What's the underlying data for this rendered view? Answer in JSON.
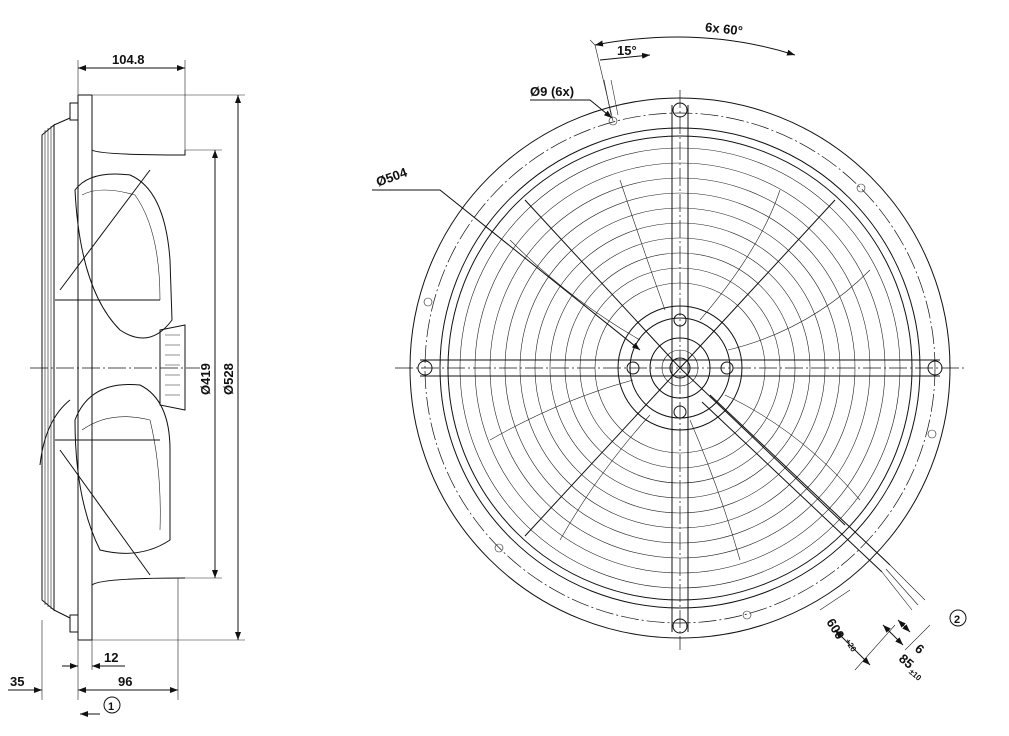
{
  "drawing": {
    "side_view": {
      "dim_top": "104.8",
      "dim_inner_diameter": "Ø419",
      "dim_outer_diameter": "Ø528",
      "dim_left": "35",
      "dim_bottom": "96",
      "dim_small": "12",
      "callout_airflow": "1"
    },
    "front_view": {
      "dim_angle_total": "6x 60°",
      "dim_angle_offset": "15°",
      "dim_holes": "Ø9 (6x)",
      "dim_bolt_circle": "Ø504",
      "dim_cable_length": "600",
      "dim_cable_length_tol": "+20",
      "dim_strip_length": "85",
      "dim_strip_length_tol": "±10",
      "dim_wire_end": "6",
      "callout_cable": "2"
    }
  }
}
